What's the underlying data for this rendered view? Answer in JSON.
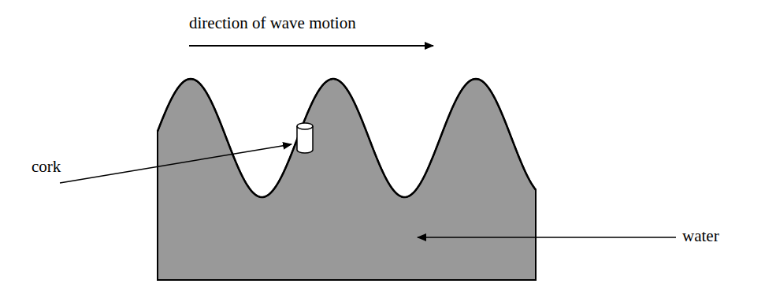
{
  "diagram": {
    "labels": [
      "direction of wave motion",
      "cork",
      "water"
    ]
  }
}
